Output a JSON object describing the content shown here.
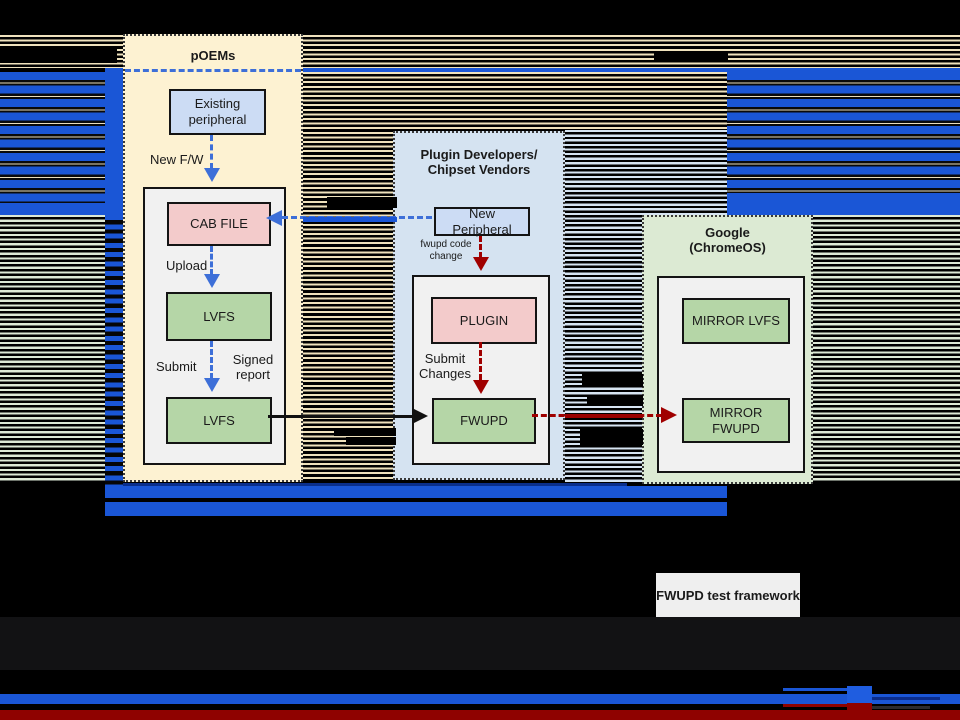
{
  "colors": {
    "glitch_blue": "#1a56d6",
    "arrow_blue": "#3d6fd8",
    "arrow_red": "#a00000",
    "bottom_red_band": "#8f0200",
    "poems_panel_bg": "#fdf2d2",
    "plugin_panel_bg": "#d5e3f1",
    "google_panel_bg": "#dcead3",
    "box_blue": "#ccdcf4",
    "box_pink": "#f3cbcb",
    "box_green": "#b5d6a7",
    "container_gray": "#f1f1f1"
  },
  "poems": {
    "title": "pOEMs",
    "existing_peripheral": "Existing peripheral",
    "new_fw_label": "New F/W",
    "cab_file": "CAB FILE",
    "upload_label": "Upload",
    "lvfs_upper": "LVFS",
    "submit_label": "Submit",
    "signed_report_label": "Signed report",
    "lvfs_lower": "LVFS"
  },
  "plugin_vendors": {
    "title": "Plugin Developers/ Chipset Vendors",
    "new_peripheral": "New Peripheral",
    "fwupd_code_change_label": "fwupd code change",
    "plugin": "PLUGIN",
    "submit_changes_label": "Submit Changes",
    "fwupd": "FWUPD"
  },
  "google": {
    "title": "Google (ChromeOS)",
    "mirror_lvfs": "MIRROR LVFS",
    "mirror_fwupd": "MIRROR FWUPD"
  },
  "bottom": {
    "fwupd_test_framework": "FWUPD test framework"
  }
}
